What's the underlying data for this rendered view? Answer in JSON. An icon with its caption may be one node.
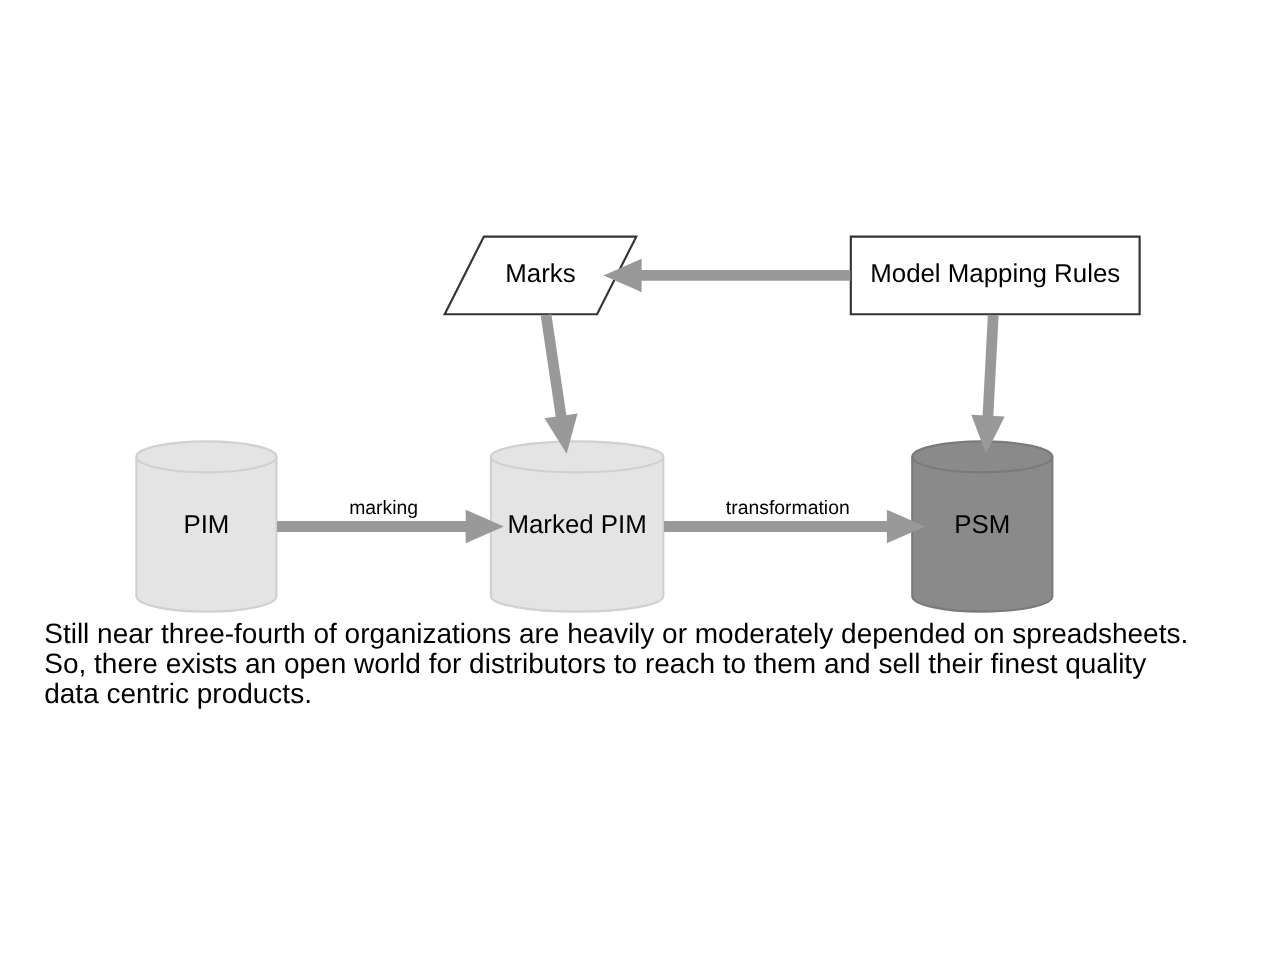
{
  "diagram": {
    "caption": "Still near three-fourth of organizations are heavily or moderately depended on spreadsheets. So, there exists an open world for distributors to reach to them and sell their finest quality data centric products.",
    "nodes": [
      {
        "text": [
          "PIM"
        ]
      },
      {
        "text": [
          "Marks"
        ]
      },
      {
        "text": [
          "Model Mapping Rules"
        ]
      },
      {
        "text": [
          "Marked PIM"
        ]
      },
      {
        "text": [
          "PSM"
        ]
      }
    ],
    "edges": [
      {
        "from": 2,
        "to": 1,
        "arrow": "to"
      },
      {
        "from": 1,
        "to": 3,
        "arrow": "to"
      },
      {
        "from": 2,
        "to": 4,
        "arrow": "to"
      },
      {
        "from": 0,
        "to": 3,
        "label": "marking",
        "arrow": "to"
      },
      {
        "from": 3,
        "to": 4,
        "label": "transformation",
        "arrow": "to"
      }
    ]
  }
}
